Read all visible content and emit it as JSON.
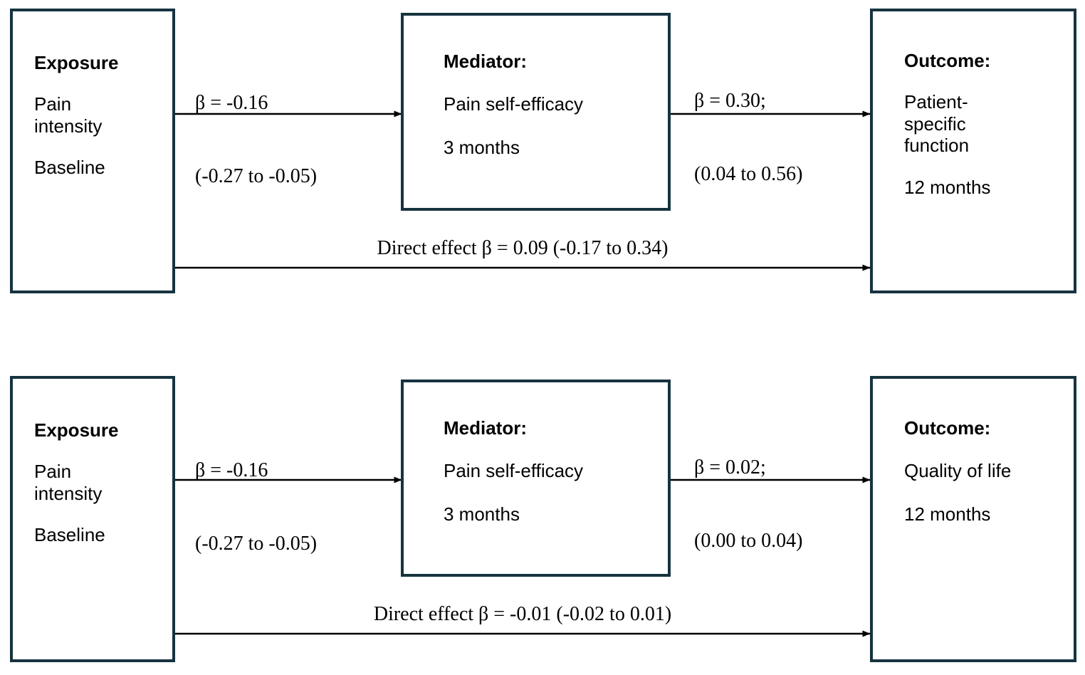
{
  "figure": {
    "type": "mediation-path-diagram",
    "panels": [
      {
        "id": "panel-1",
        "exposure": {
          "title": "Exposure",
          "lines": [
            "Pain",
            "intensity",
            "",
            "Baseline"
          ]
        },
        "mediator": {
          "title": "Mediator:",
          "lines": [
            "Pain self-efficacy",
            "",
            "3 months"
          ]
        },
        "outcome": {
          "title": "Outcome:",
          "lines": [
            "Patient-",
            "specific",
            "function",
            "",
            "12 months"
          ]
        },
        "path_a": {
          "line1": "β = -0.16",
          "line2": "(-0.27 to -0.05)"
        },
        "path_b": {
          "line1": "β = 0.30;",
          "line2": "(0.04 to 0.56)"
        },
        "direct_effect": {
          "label": "Direct effect β = 0.09 (-0.17 to 0.34)"
        }
      },
      {
        "id": "panel-2",
        "exposure": {
          "title": "Exposure",
          "lines": [
            "Pain",
            "intensity",
            "",
            "Baseline"
          ]
        },
        "mediator": {
          "title": "Mediator:",
          "lines": [
            "Pain self-efficacy",
            "",
            "3 months"
          ]
        },
        "outcome": {
          "title": "Outcome:",
          "lines": [
            "Quality of life",
            "",
            "12 months"
          ]
        },
        "path_a": {
          "line1": "β = -0.16",
          "line2": "(-0.27 to -0.05)"
        },
        "path_b": {
          "line1": "β = 0.02;",
          "line2": "(0.00 to 0.04)"
        },
        "direct_effect": {
          "label": "Direct effect β = -0.01 (-0.02 to 0.01)"
        }
      }
    ],
    "colors": {
      "box_border": "#16333f",
      "arrow": "#000000",
      "text": "#000000",
      "background": "#ffffff"
    }
  }
}
